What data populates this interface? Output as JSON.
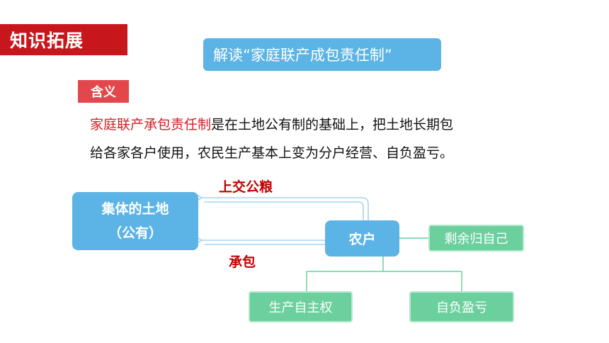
{
  "banner": {
    "text": "知识拓展"
  },
  "title": {
    "text": "解读“家庭联产成包责任制”"
  },
  "section_tag": {
    "text": "含义"
  },
  "paragraph": {
    "highlight": "家庭联产承包责任制",
    "rest_line1": "是在土地公有制的基础上，把土地长期包",
    "line2": "给各家各户使用，农民生产基本上变为分户经营、自负盈亏。"
  },
  "diagram": {
    "land_node": {
      "line1": "集体的土地",
      "line2": "（公有）"
    },
    "farmer_node": {
      "text": "农户"
    },
    "surplus_node": {
      "text": "剩余归自己"
    },
    "autonomy_node": {
      "text": "生产自主权"
    },
    "self_risk_node": {
      "text": "自负盈亏"
    },
    "edge_grain": {
      "text": "上交公粮"
    },
    "edge_contract": {
      "text": "承包"
    }
  },
  "colors": {
    "banner_red": "#c8161d",
    "node_blue": "#5bb4e5",
    "node_green": "#6ccf9e",
    "label_red": "#c00000"
  }
}
